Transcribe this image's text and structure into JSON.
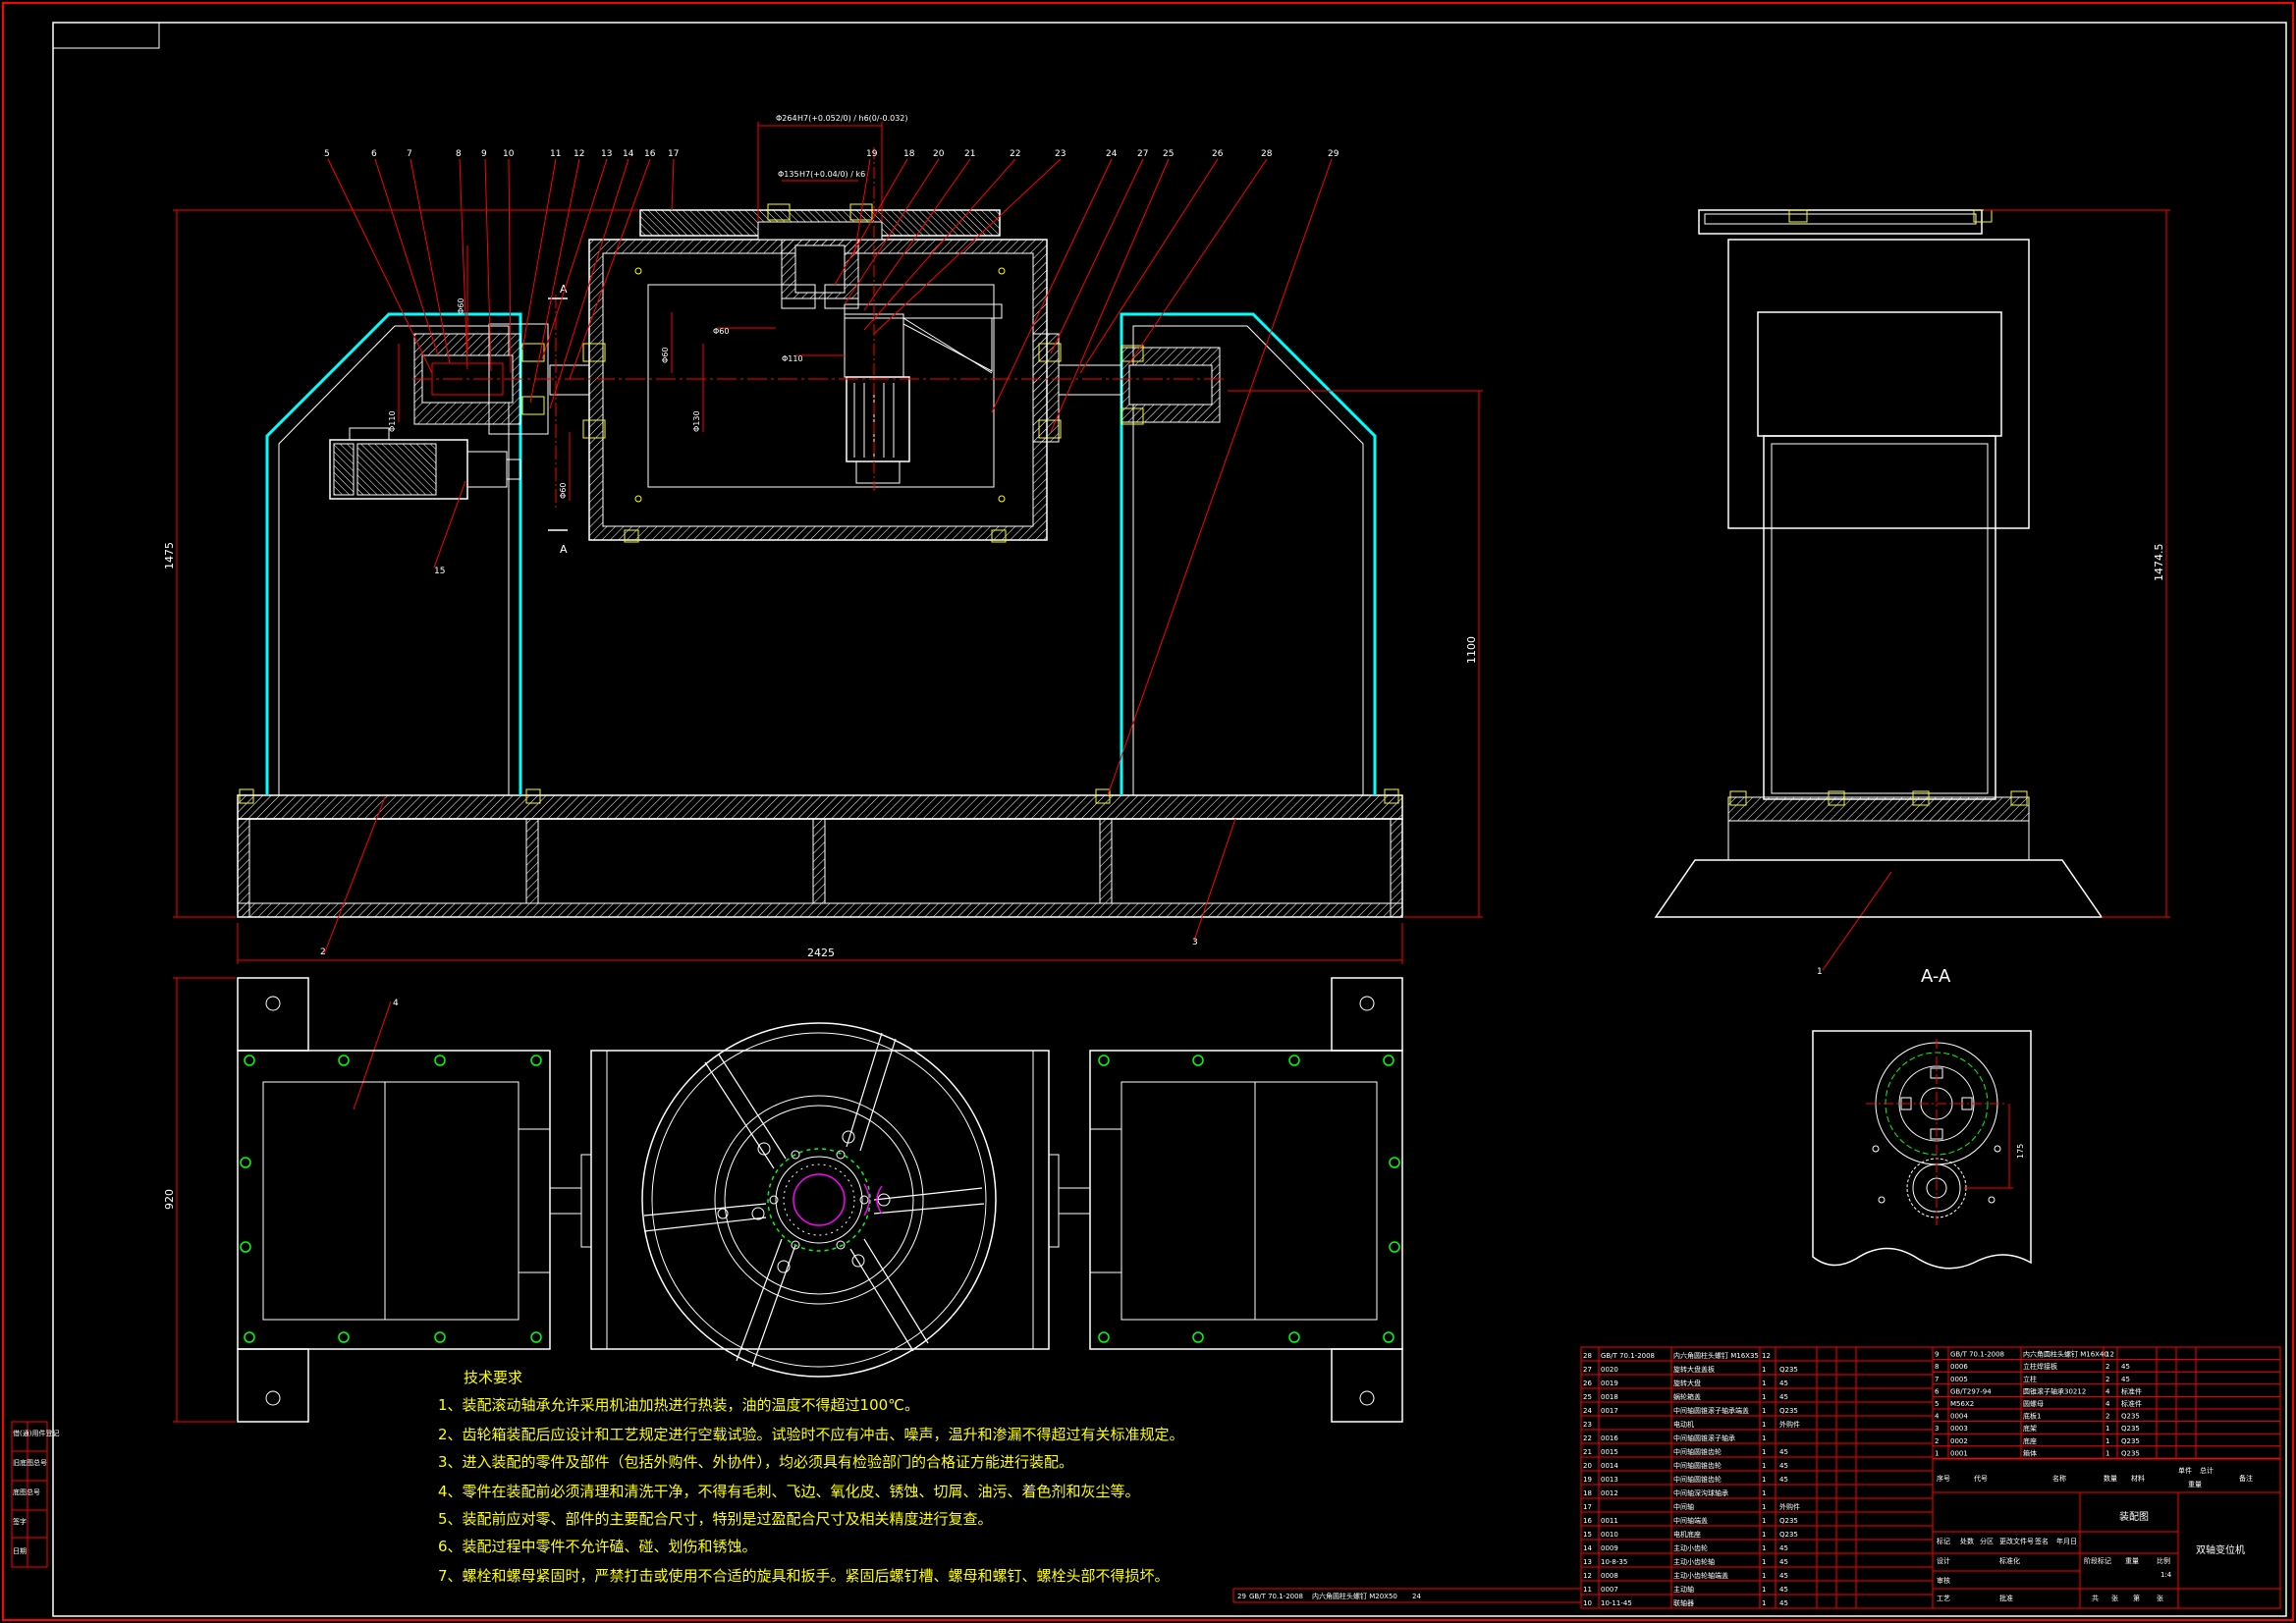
{
  "colors": {
    "background": "#000000",
    "border": "#ff0000",
    "outline": "#ffffff",
    "hatch": "#ffffff",
    "cyan": "#00ffff",
    "leader": "#ff0000",
    "center_line": "#ff0000",
    "green": "#00ff00",
    "magenta": "#ff00ff",
    "yellow": "#ffff00"
  },
  "balloons": [
    "5",
    "6",
    "7",
    "8",
    "9",
    "10",
    "11",
    "12",
    "13",
    "14",
    "16",
    "17",
    "19",
    "18",
    "20",
    "21",
    "22",
    "23",
    "24",
    "27",
    "25",
    "26",
    "28",
    "29"
  ],
  "balloons_lower": {
    "b15": "15",
    "b2": "2",
    "b3": "3",
    "b4": "4",
    "b1": "1"
  },
  "dimensions": {
    "overall_width": "2425",
    "overall_height": "1475",
    "axis_height": "1100",
    "plan_depth": "920",
    "side_height": "1474.5",
    "detail_offset": "175",
    "fit_top": "Φ264",
    "fit_top_tol": "H7(+0.052/0) / h6(0/-0.032)",
    "fit_mid": "Φ135",
    "fit_mid_tol": "H7(+0.04/0) / k6",
    "fit_left_a": "Φ60",
    "fit_left_b": "Φ110",
    "fit_shaft_a": "Φ60",
    "fit_shaft_b": "Φ110",
    "fit_c": "Φ60",
    "fit_d": "Φ130",
    "fit_e": "Φ60"
  },
  "section": {
    "cut_mark_top": "A",
    "cut_mark_bottom": "A",
    "view_label": "A-A"
  },
  "notes": {
    "title": "技术要求",
    "items": [
      "1、装配滚动轴承允许采用机油加热进行热装，油的温度不得超过100℃。",
      "2、齿轮箱装配后应设计和工艺规定进行空载试验。试验时不应有冲击、噪声，温升和渗漏不得超过有关标准规定。",
      "3、进入装配的零件及部件（包括外购件、外协件），均必须具有检验部门的合格证方能进行装配。",
      "4、零件在装配前必须清理和清洗干净，不得有毛刺、飞边、氧化皮、锈蚀、切屑、油污、着色剂和灰尘等。",
      "5、装配前应对零、部件的主要配合尺寸，特别是过盈配合尺寸及相关精度进行复查。",
      "6、装配过程中零件不允许磕、碰、划伤和锈蚀。",
      "7、螺栓和螺母紧固时，严禁打击或使用不合适的旋具和扳手。紧固后螺钉槽、螺母和螺钉、螺栓头部不得损坏。"
    ]
  },
  "bom_left": [
    {
      "no": "28",
      "code": "GB/T 70.1-2008",
      "name": "内六角圆柱头螺钉 M16X35",
      "qty": "12",
      "mat": ""
    },
    {
      "no": "27",
      "code": "0020",
      "name": "旋转大盘盖板",
      "qty": "1",
      "mat": "Q235"
    },
    {
      "no": "26",
      "code": "0019",
      "name": "旋转大盘",
      "qty": "1",
      "mat": "45"
    },
    {
      "no": "25",
      "code": "0018",
      "name": "蜗轮箱盖",
      "qty": "1",
      "mat": "45"
    },
    {
      "no": "24",
      "code": "0017",
      "name": "中间轴圆锥滚子轴承端盖",
      "qty": "1",
      "mat": "Q235"
    },
    {
      "no": "23",
      "code": "",
      "name": "电动机",
      "qty": "1",
      "mat": "外购件"
    },
    {
      "no": "22",
      "code": "0016",
      "name": "中间轴圆锥滚子轴承",
      "qty": "1",
      "mat": ""
    },
    {
      "no": "21",
      "code": "0015",
      "name": "中间轴圆锥齿轮",
      "qty": "1",
      "mat": "45"
    },
    {
      "no": "20",
      "code": "0014",
      "name": "中间轴圆锥齿轮",
      "qty": "1",
      "mat": "45"
    },
    {
      "no": "19",
      "code": "0013",
      "name": "中间轴圆锥齿轮",
      "qty": "1",
      "mat": "45"
    },
    {
      "no": "18",
      "code": "0012",
      "name": "中间轴深沟球轴承",
      "qty": "1",
      "mat": ""
    },
    {
      "no": "17",
      "code": "",
      "name": "中间轴",
      "qty": "1",
      "mat": "外购件"
    },
    {
      "no": "16",
      "code": "0011",
      "name": "中间轴端盖",
      "qty": "1",
      "mat": "Q235"
    },
    {
      "no": "15",
      "code": "0010",
      "name": "电机底座",
      "qty": "1",
      "mat": "Q235"
    },
    {
      "no": "14",
      "code": "0009",
      "name": "主动小齿轮",
      "qty": "1",
      "mat": "45"
    },
    {
      "no": "13",
      "code": "10-8-35",
      "name": "主动小齿轮轴",
      "qty": "1",
      "mat": "45"
    },
    {
      "no": "12",
      "code": "0008",
      "name": "主动小齿轮轴端盖",
      "qty": "1",
      "mat": "45"
    },
    {
      "no": "11",
      "code": "0007",
      "name": "主动轴",
      "qty": "1",
      "mat": "45"
    },
    {
      "no": "10",
      "code": "10-11-45",
      "name": "联轴器",
      "qty": "1",
      "mat": "45"
    }
  ],
  "bom_right": [
    {
      "no": "9",
      "code": "GB/T 70.1-2008",
      "name": "内六角圆柱头螺钉 M16X40",
      "qty": "12",
      "mat": ""
    },
    {
      "no": "8",
      "code": "0006",
      "name": "立柱焊接板",
      "qty": "2",
      "mat": "45"
    },
    {
      "no": "7",
      "code": "0005",
      "name": "立柱",
      "qty": "2",
      "mat": "45"
    },
    {
      "no": "6",
      "code": "GB/T297-94",
      "name": "圆锥滚子轴承30212",
      "qty": "4",
      "mat": "标准件"
    },
    {
      "no": "5",
      "code": "M56X2",
      "name": "圆螺母",
      "qty": "4",
      "mat": "标准件"
    },
    {
      "no": "4",
      "code": "0004",
      "name": "底板1",
      "qty": "2",
      "mat": "Q235"
    },
    {
      "no": "3",
      "code": "0003",
      "name": "底架",
      "qty": "1",
      "mat": "Q235"
    },
    {
      "no": "2",
      "code": "0002",
      "name": "底座",
      "qty": "1",
      "mat": "Q235"
    },
    {
      "no": "1",
      "code": "0001",
      "name": "箱体",
      "qty": "1",
      "mat": "Q235"
    }
  ],
  "bom_extra": {
    "no": "29",
    "code": "GB/T 70.1-2008",
    "name": "内六角圆柱头螺钉 M20X50",
    "qty": "24"
  },
  "bom_header_labels": [
    "序号",
    "代号",
    "名称",
    "数量",
    "材料",
    "单件",
    "总计",
    "重量",
    "备注"
  ],
  "title_block": {
    "drawing_title": "装配图",
    "product_name": "双轴变位机",
    "scale": "1:4",
    "labels_a": [
      "标记",
      "处数",
      "分区",
      "更改文件号",
      "签名",
      "年月日"
    ],
    "labels_b": [
      "设计",
      "标准化",
      "审核",
      "工艺",
      "批准"
    ],
    "labels_c": [
      "阶段标记",
      "重量",
      "比例"
    ],
    "labels_d": [
      "共",
      "张",
      "第",
      "张"
    ]
  },
  "side_stamps": [
    "借(通)用件登记",
    "旧底图总号",
    "底图总号",
    "签字",
    "日期"
  ]
}
